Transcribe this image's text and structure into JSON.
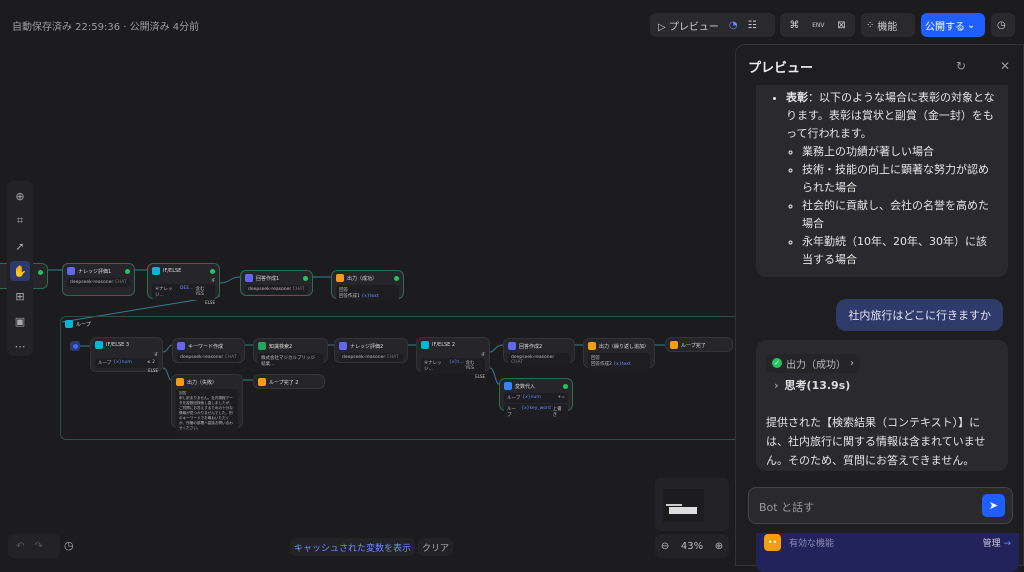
{
  "header": {
    "status": "自動保存済み 22:59:36 · 公開済み 4分前",
    "preview": "プレビュー",
    "features": "機能",
    "publish": "公開する",
    "publish_color": "#1f5fff"
  },
  "toolbar_left": [
    "add-icon",
    "comment-icon",
    "pointer-icon",
    "hand-icon",
    "grid-icon",
    "image-icon",
    "more-icon"
  ],
  "canvas": {
    "nodes": {
      "n0": {
        "title": "ナレッジ評価1",
        "model": "deepseek-reasoner",
        "tag": "CHAT"
      },
      "n1": {
        "title": "IF/ELSE",
        "cond": "④ナレッジ...",
        "cond_val": "DEE...",
        "op": "含む YES",
        "if": "IF",
        "else": "ELSE"
      },
      "n2": {
        "title": "回答作成1",
        "model": "deepseek-reasoner",
        "tag": "CHAT"
      },
      "n3": {
        "title": "出力（成功）",
        "label": "回答",
        "value": "回答作成1",
        "var": "{x}text"
      },
      "loop": {
        "title": "ループ"
      },
      "l1": {
        "title": "IF/ELSE 3",
        "cond": "ループ",
        "var": "{x}num",
        "op": "≤ 2",
        "if": "IF",
        "else": "ELSE"
      },
      "l2": {
        "title": "キーワード作成",
        "model": "deepseek-reasoner",
        "tag": "CHAT"
      },
      "l3": {
        "title": "知識検索2",
        "value": "株式会社マジカルブリッジ 就業..."
      },
      "l4": {
        "title": "ナレッジ評価2",
        "model": "deepseek-reasoner",
        "tag": "CHAT"
      },
      "l5": {
        "title": "IF/ELSE 2",
        "cond": "④ナレッジ...",
        "cond_val": "{x}t...",
        "op": "含む YES",
        "if": "IF",
        "else": "ELSE"
      },
      "l6": {
        "title": "回答作成2",
        "model": "deepseek-reasoner",
        "tag": "CHAT"
      },
      "l7": {
        "title": "出力（繰り返し追加）",
        "label": "回答",
        "value": "回答作成2",
        "var": "{x}text"
      },
      "l8": {
        "title": "ループ完了"
      },
      "l9": {
        "title": "出力（失敗）",
        "label": "回答",
        "text": "申し訳ありません。社内規程データを複数回検索し直しましたが、ご質問にお答えするための十分な情報が見つかりませんでした。別のキーワードでお尋ねいただくか、所管の部署へ直接お問い合わせください。"
      },
      "l10": {
        "title": "ループ完了 2"
      },
      "l11": {
        "title": "変数代入",
        "r1": "ループ",
        "r1v": "{x}num",
        "r1o": "+=",
        "r2": "ループ",
        "r2v": "{x}key_word",
        "r2o": "上書き"
      }
    }
  },
  "bottom": {
    "show_cached": "キャッシュされた変数を表示",
    "clear": "クリア",
    "zoom": "43%"
  },
  "panel": {
    "title": "プレビュー",
    "answer": {
      "item_bold": "表彰",
      "item_text": "：以下のような場合に表彰の対象となります。表彰は賞状と副賞（金一封）をもって行われます。",
      "subitems": [
        "業務上の功績が著しい場合",
        "技術・技能の向上に顕著な努力が認められた場合",
        "社会的に貢献し、会社の名誉を高めた場合",
        "永年勤続（10年、20年、30年）に該当する場合"
      ]
    },
    "user_message": "社内旅行はどこに行きますか",
    "reply": {
      "status": "出力（成功）",
      "thinking": "思考(13.9s)",
      "text": "提供された【検索結果（コンテキスト）】には、社内旅行に関する情報は含まれていません。そのため、質問にお答えできません。"
    },
    "input_placeholder": "Bot と話す",
    "features_label": "有効な機能",
    "manage": "管理"
  }
}
